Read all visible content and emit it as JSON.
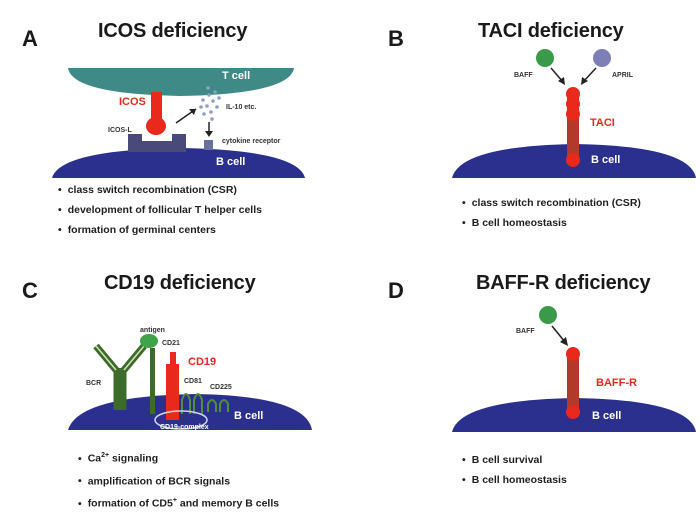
{
  "panels": {
    "a": {
      "letter": "A",
      "title": "ICOS deficiency",
      "labels": {
        "t_cell": "T cell",
        "icos": "ICOS",
        "il_etc": "IL-10 etc.",
        "icos_l": "ICOS-L",
        "cytokine_receptor": "cytokine receptor",
        "b_cell": "B cell"
      },
      "bullets": [
        "class switch recombination (CSR)",
        "development of follicular T helper cells",
        "formation of germinal centers"
      ]
    },
    "b": {
      "letter": "B",
      "title": "TACI deficiency",
      "labels": {
        "baff": "BAFF",
        "april": "APRIL",
        "taci": "TACI",
        "b_cell": "B cell"
      },
      "bullets": [
        "class switch recombination (CSR)",
        "B cell homeostasis"
      ]
    },
    "c": {
      "letter": "C",
      "title": "CD19 deficiency",
      "labels": {
        "antigen": "antigen",
        "cd21": "CD21",
        "cd19": "CD19",
        "bcr": "BCR",
        "cd81": "CD81",
        "cd225": "CD225",
        "cd19_complex": "CD19-complex",
        "b_cell": "B cell"
      },
      "bullets": [
        {
          "pre": "Ca",
          "sup": "2+",
          "post": " signaling"
        },
        {
          "pre": "amplification of BCR signals",
          "sup": "",
          "post": ""
        },
        {
          "pre": "formation of CD5",
          "sup": "+",
          "post": " and memory B cells"
        }
      ]
    },
    "d": {
      "letter": "D",
      "title": "BAFF-R deficiency",
      "labels": {
        "baff": "BAFF",
        "baff_r": "BAFF-R",
        "b_cell": "B cell"
      },
      "bullets": [
        "B cell survival",
        "B cell homeostasis"
      ]
    }
  },
  "colors": {
    "t_cell": "#3f8a86",
    "b_cell": "#2b2f8e",
    "icos_red": "#e8291c",
    "receptor_brown": "#b23a2a",
    "ligand_green": "#3a9a4a",
    "april_purple": "#7f7fb8",
    "bcr_green": "#3d6b2a"
  }
}
